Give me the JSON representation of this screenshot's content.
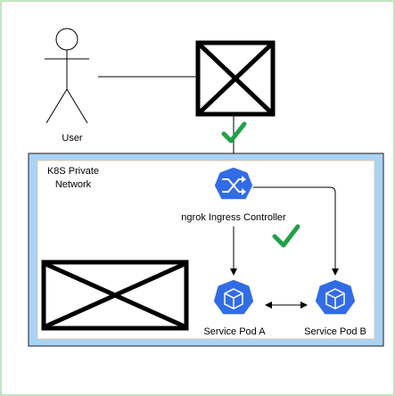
{
  "diagram": {
    "user_label": "User",
    "network_label_line1": "K8S Private",
    "network_label_line2": "Network",
    "ingress_label": "ngrok Ingress Controller",
    "pod_a_label": "Service Pod A",
    "pod_b_label": "Service Pod B"
  },
  "icons": {
    "user": "stick-figure-icon",
    "placeholder_top": "broken-image-placeholder-icon",
    "placeholder_bottom": "broken-image-placeholder-icon",
    "check": "checkmark-icon",
    "ingress": "kubernetes-ingress-icon",
    "pod": "kubernetes-pod-icon"
  },
  "colors": {
    "outer_border": "#7fd27f",
    "network_fill": "#a9d3f5",
    "network_border": "#1f1f1f",
    "inner_border": "#e0c8a8",
    "k8s_blue": "#326ce5",
    "check_green": "#22a04b"
  }
}
